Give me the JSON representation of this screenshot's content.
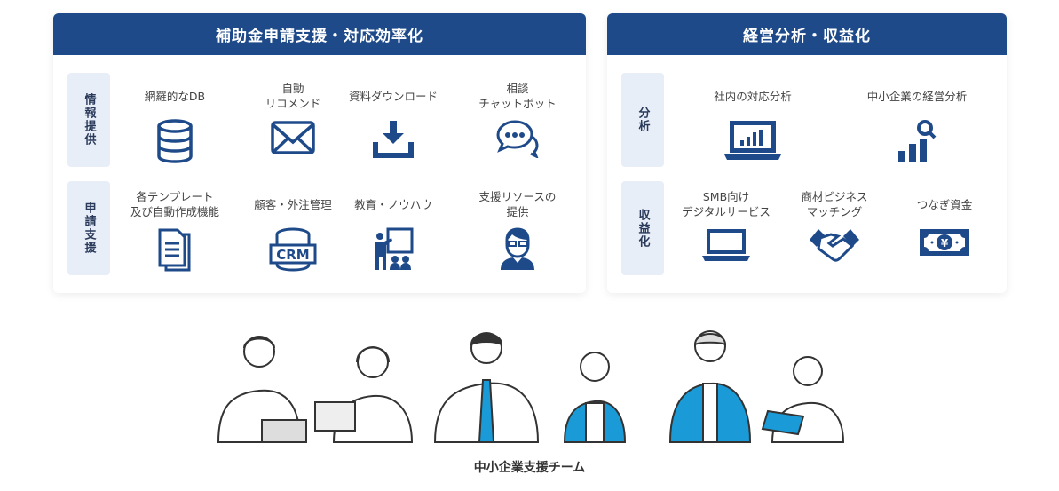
{
  "left_panel": {
    "title": "補助金申請支援・対応効率化",
    "rows": [
      {
        "label": "情報提供",
        "items": [
          {
            "label": "網羅的なDB",
            "icon": "database-icon"
          },
          {
            "label": "自動\nリコメンド",
            "icon": "envelope-icon"
          },
          {
            "label": "資料ダウンロード",
            "icon": "download-icon"
          },
          {
            "label": "相談\nチャットボット",
            "icon": "chat-bubbles-icon"
          }
        ]
      },
      {
        "label": "申請支援",
        "items": [
          {
            "label": "各テンプレート\n及び自動作成機能",
            "icon": "documents-icon"
          },
          {
            "label": "顧客・外注管理",
            "icon": "crm-icon"
          },
          {
            "label": "教育・ノウハウ",
            "icon": "presentation-icon"
          },
          {
            "label": "支援リソースの\n提供",
            "icon": "consultant-icon"
          }
        ]
      }
    ]
  },
  "right_panel": {
    "title": "経営分析・収益化",
    "rows": [
      {
        "label": "分析",
        "items": [
          {
            "label": "社内の対応分析",
            "icon": "laptop-chart-icon"
          },
          {
            "label": "中小企業の経営分析",
            "icon": "chart-magnifier-icon"
          }
        ]
      },
      {
        "label": "収益化",
        "items": [
          {
            "label": "SMB向け\nデジタルサービス",
            "icon": "laptop-icon"
          },
          {
            "label": "商材ビジネス\nマッチング",
            "icon": "handshake-icon"
          },
          {
            "label": "つなぎ資金",
            "icon": "yen-banknote-icon"
          }
        ]
      }
    ]
  },
  "caption": "中小企業支援チーム",
  "colors": {
    "primary": "#1e4a8a",
    "side_bg": "#e8eef8",
    "accent": "#1a9ad6"
  }
}
